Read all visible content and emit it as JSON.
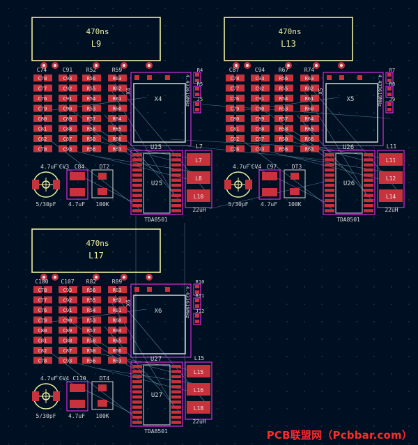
{
  "watermark": "PCB联盟网（Pcbbar.com）",
  "colors": {
    "background": "#001023",
    "grid": "#3a4a66",
    "pad": "#c8323c",
    "pad_label": "#e8e8e8",
    "outline": "#ff32ff",
    "silk_box": "#f0f0a0",
    "silkscreen": "#d8d8d8",
    "ratsnest": "#7fb3c8",
    "drill": "#e8e8e8"
  },
  "modules": [
    {
      "id": "m1",
      "inductor_value": "470ns",
      "inductor_ref": "L9",
      "column_refs": [
        "C74",
        "C91",
        "R52",
        "R59"
      ],
      "crystal_side_ref": "X4",
      "crystal_body_ref": "X4",
      "crystal_freq": "4.433619MHz",
      "ic_ref_top": "U25",
      "ic_ref_body": "U25",
      "ic_part": "TDA8501",
      "lower_labels": [
        "4.7uF",
        "CV3",
        "C84",
        "DT2"
      ],
      "trimmer_value": "5/30pF",
      "cap_value": "4.7uF",
      "pot_value": "100K",
      "coil_refs": [
        "L7",
        "L8",
        "L10"
      ],
      "coil_value": "22uH",
      "small_refs": [
        "R4",
        "R5",
        "J5"
      ]
    },
    {
      "id": "m2",
      "inductor_value": "470ns",
      "inductor_ref": "L13",
      "column_refs": [
        "C87",
        "C94",
        "R67",
        "R74"
      ],
      "crystal_side_ref": "X5",
      "crystal_body_ref": "X5",
      "crystal_freq": "4.433619MHz",
      "ic_ref_top": "U26",
      "ic_ref_body": "U26",
      "ic_part": "TDA8501",
      "lower_labels": [
        "4.7uF",
        "CV4",
        "C97",
        "DT3"
      ],
      "trimmer_value": "5/30pF",
      "cap_value": "4.7uF",
      "pot_value": "100K",
      "coil_refs": [
        "L11",
        "L12",
        "L14"
      ],
      "coil_value": "22uH",
      "small_refs": [
        "R7",
        "R8",
        "J9"
      ]
    },
    {
      "id": "m3",
      "inductor_value": "470ns",
      "inductor_ref": "L17",
      "column_refs": [
        "C100",
        "C107",
        "R82",
        "R89"
      ],
      "crystal_side_ref": "X6",
      "crystal_body_ref": "X6",
      "crystal_freq": "4.433619MHz",
      "ic_ref_top": "U27",
      "ic_ref_body": "U27",
      "ic_part": "TDA8501",
      "lower_labels": [
        "4.7uF",
        "CV4",
        "C110",
        "DT4"
      ],
      "trimmer_value": "5/30pF",
      "cap_value": "4.7uF",
      "pot_value": "100K",
      "coil_refs": [
        "L15",
        "L16",
        "L18"
      ],
      "coil_value": "22uH",
      "small_refs": [
        "R10",
        "R11",
        "J12"
      ]
    }
  ],
  "pad_rows": [
    {
      "col_a": [
        "C78",
        "C93",
        "R56",
        "R63"
      ]
    },
    {
      "col_a": [
        "C77",
        "C92",
        "R55",
        "R62"
      ]
    },
    {
      "col_a": [
        "C76",
        "C91",
        "R54",
        "R61"
      ]
    },
    {
      "col_a": [
        "C79",
        "C90",
        "R53",
        "R60"
      ]
    },
    {
      "col_a": [
        "C80",
        "C89",
        "R57",
        "R64"
      ]
    },
    {
      "col_a": [
        "C81",
        "C88",
        "R58",
        "R65"
      ]
    },
    {
      "col_a": [
        "C82",
        "C87",
        "R50",
        "R66"
      ]
    }
  ]
}
